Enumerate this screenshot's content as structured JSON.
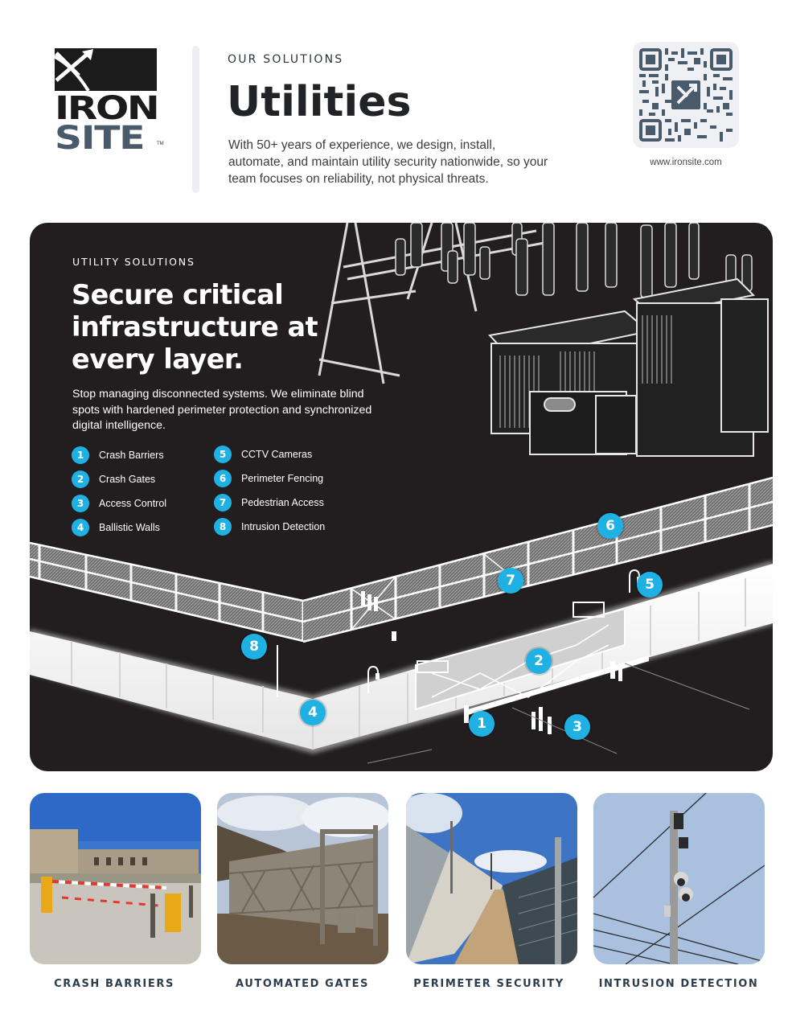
{
  "brand": {
    "logo_line1": "IRON",
    "logo_line2": "SITE",
    "trademark": "TM",
    "colors": {
      "dark": "#1b1b1b",
      "slate": "#495b6b",
      "accent": "#1fb1e4",
      "panel": "#221e1f"
    }
  },
  "header": {
    "eyebrow": "OUR SOLUTIONS",
    "title": "Utilities",
    "intro": "With 50+ years of experience, we design, install, automate, and maintain utility security nationwide, so your team focuses on reliability, not physical threats."
  },
  "qr": {
    "icon": "qr-code-icon",
    "url": "www.ironsite.com"
  },
  "panel": {
    "eyebrow": "UTILITY SOLUTIONS",
    "title": "Secure critical infrastructure at every layer.",
    "body": "Stop managing disconnected systems. We eliminate blind spots with hardened perimeter protection and synchronized digital intelligence.",
    "legend": [
      {
        "num": "1",
        "label": "Crash Barriers"
      },
      {
        "num": "2",
        "label": "Crash Gates"
      },
      {
        "num": "3",
        "label": "Access Control"
      },
      {
        "num": "4",
        "label": "Ballistic Walls"
      },
      {
        "num": "5",
        "label": "CCTV Cameras"
      },
      {
        "num": "6",
        "label": "Perimeter Fencing"
      },
      {
        "num": "7",
        "label": "Pedestrian Access"
      },
      {
        "num": "8",
        "label": "Intrusion Detection"
      }
    ],
    "markers": [
      {
        "num": "1"
      },
      {
        "num": "2"
      },
      {
        "num": "3"
      },
      {
        "num": "4"
      },
      {
        "num": "5"
      },
      {
        "num": "6"
      },
      {
        "num": "7"
      },
      {
        "num": "8"
      }
    ]
  },
  "gallery": [
    {
      "caption": "CRASH BARRIERS"
    },
    {
      "caption": "AUTOMATED GATES"
    },
    {
      "caption": "PERIMETER SECURITY"
    },
    {
      "caption": "INTRUSION DETECTION"
    }
  ]
}
